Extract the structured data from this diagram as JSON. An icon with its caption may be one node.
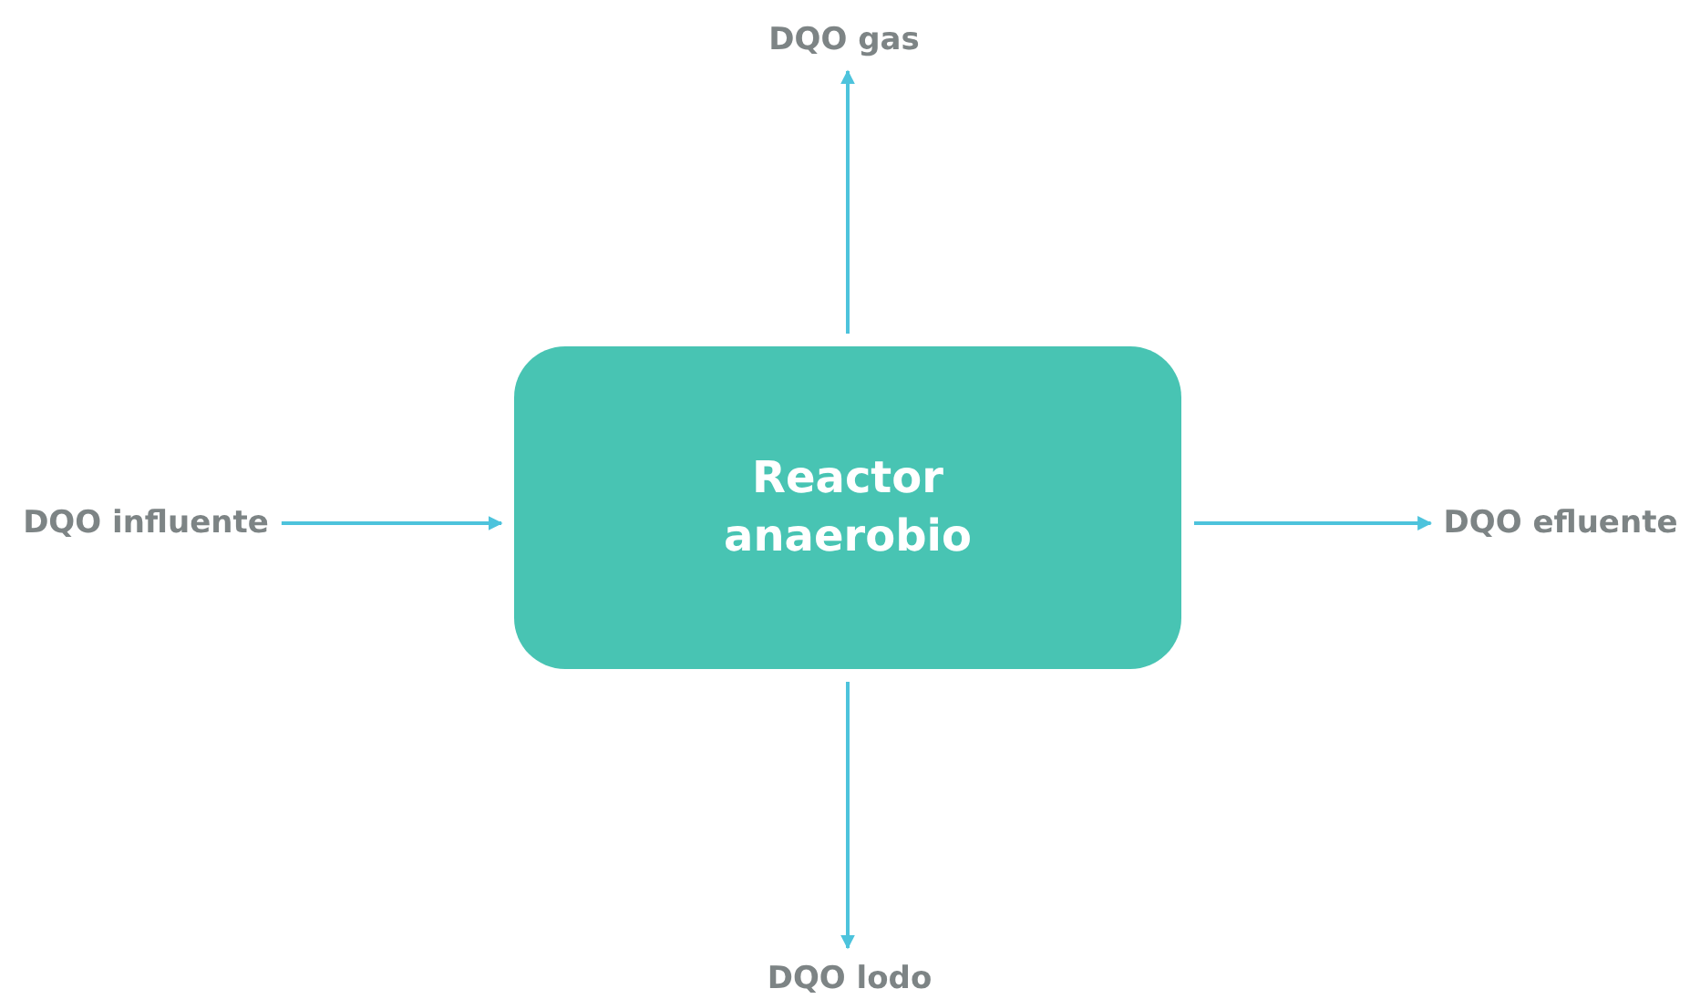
{
  "diagram": {
    "nodes": [
      {
        "text": [
          "DQO gas"
        ]
      },
      {
        "text": [
          "DQO influente"
        ]
      },
      {
        "text": [
          "Reactor anaerobio"
        ]
      },
      {
        "text": [
          "DQO efluente"
        ]
      },
      {
        "text": [
          "DQO lodo"
        ]
      }
    ],
    "edges": [
      {
        "from": 2,
        "to": 0,
        "arrow": "to"
      },
      {
        "from": 1,
        "to": 2,
        "arrow": "to"
      },
      {
        "from": 2,
        "to": 3,
        "arrow": "to"
      },
      {
        "from": 2,
        "to": 4,
        "arrow": "to"
      }
    ]
  }
}
